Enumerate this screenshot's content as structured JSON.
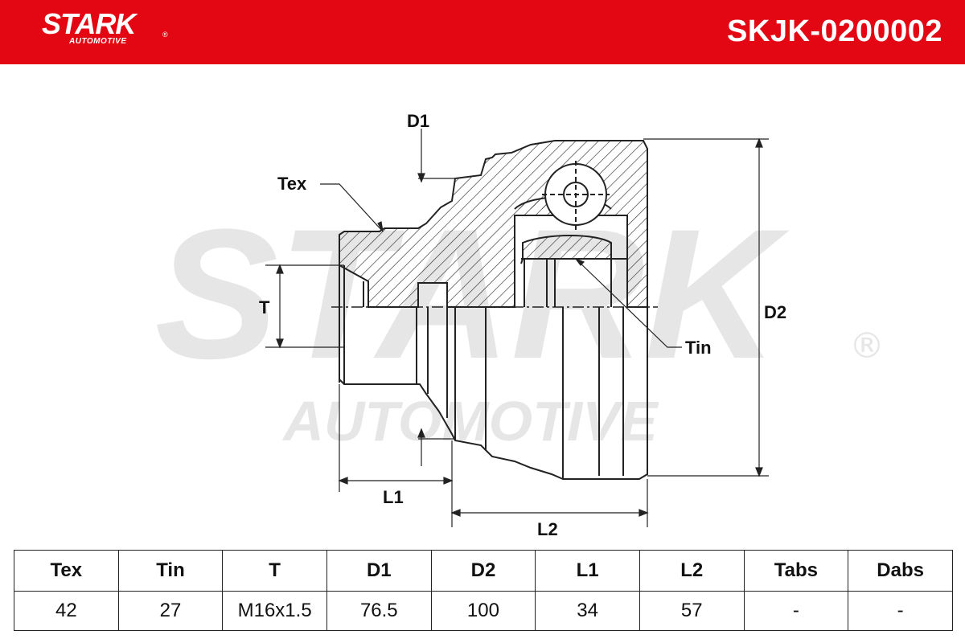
{
  "header": {
    "brand": "STARK",
    "brand_sub": "AUTOMOTIVE",
    "registered": "®",
    "part_number": "SKJK-0200002",
    "brand_color": "#e30613"
  },
  "watermark": {
    "line1": "STARK",
    "line2": "AUTOMOTIVE",
    "registered": "®"
  },
  "drawing": {
    "labels": {
      "tex": "Tex",
      "tin": "Tin",
      "t": "T",
      "d1": "D1",
      "d2": "D2",
      "l1": "L1",
      "l2": "L2"
    }
  },
  "specs": {
    "columns": [
      "Tex",
      "Tin",
      "T",
      "D1",
      "D2",
      "L1",
      "L2",
      "Tabs",
      "Dabs"
    ],
    "values": [
      "42",
      "27",
      "M16x1.5",
      "76.5",
      "100",
      "34",
      "57",
      "-",
      "-"
    ]
  }
}
